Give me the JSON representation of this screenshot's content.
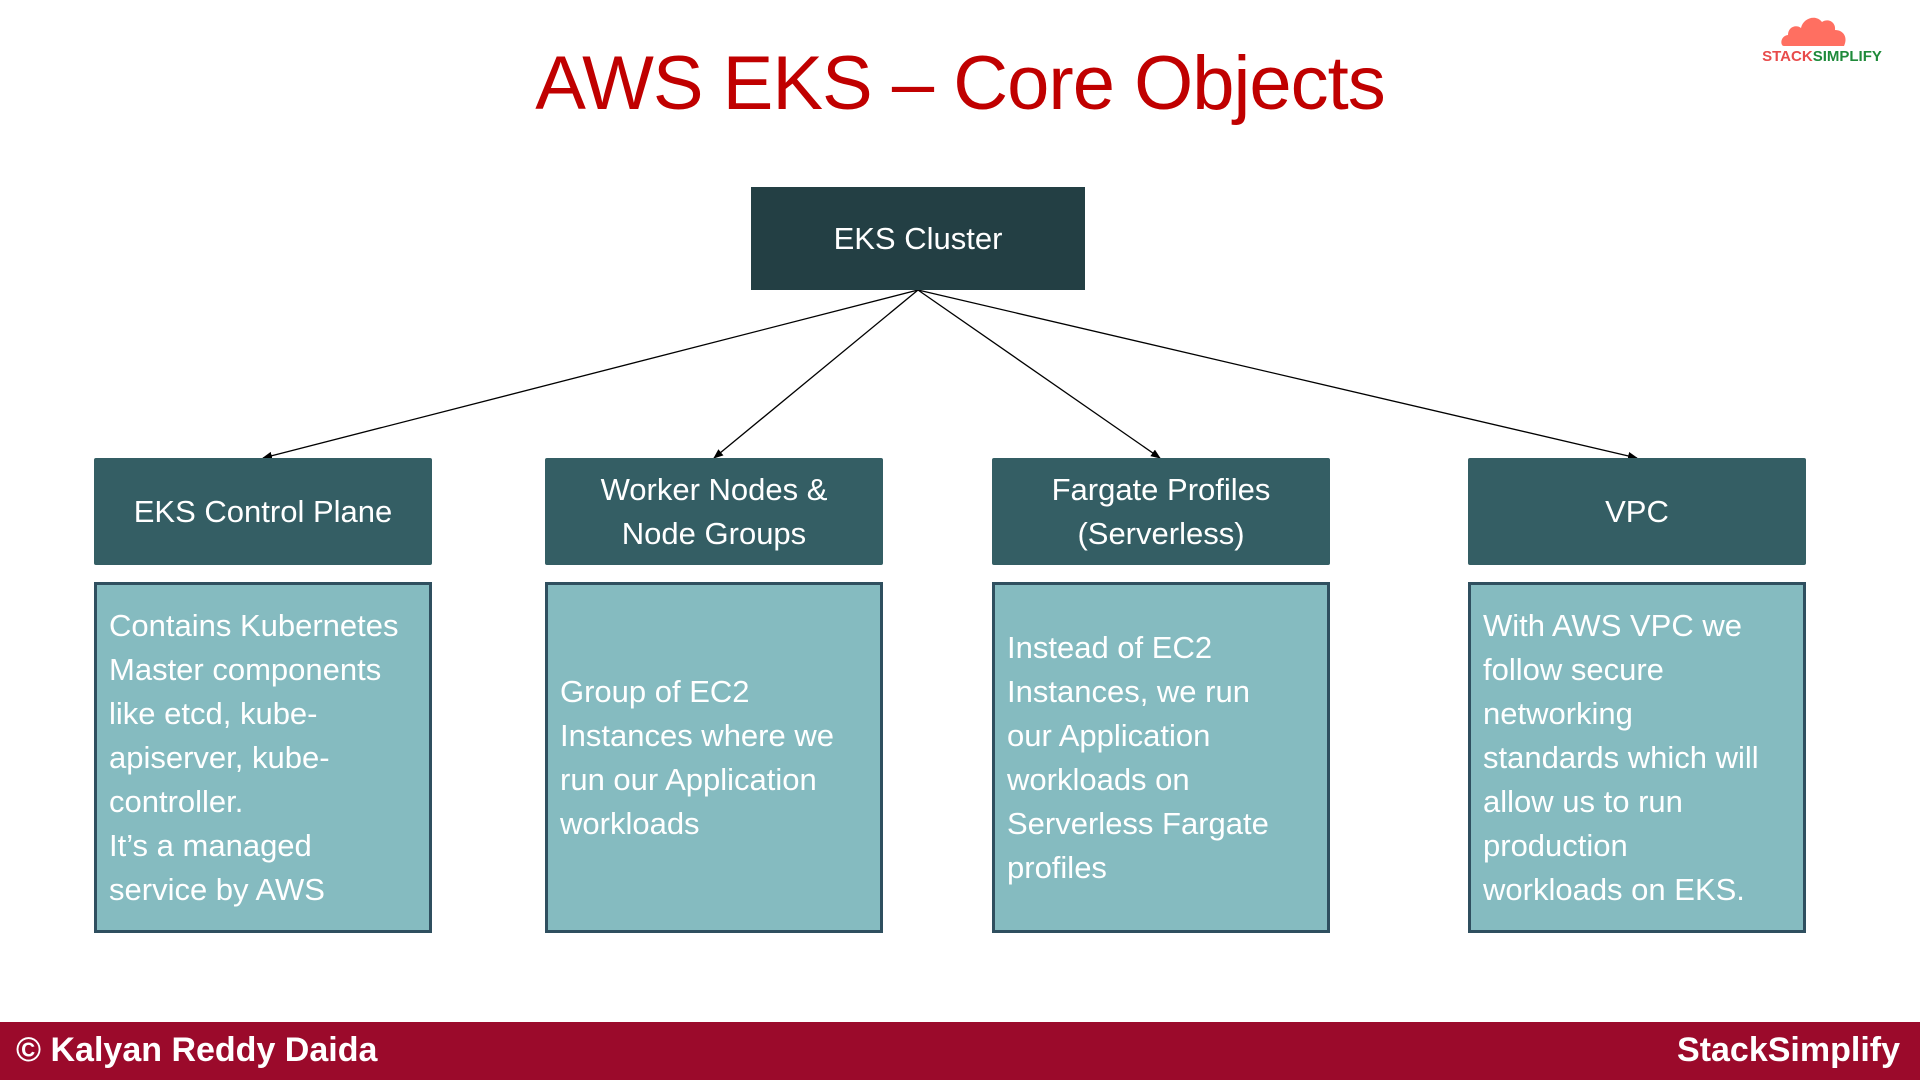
{
  "title": "AWS EKS – Core Objects",
  "logo": {
    "text_part1": "STACK",
    "text_part2": "SIMPLIFY",
    "icon": "cloud-icon",
    "colors": {
      "cloud": "#ff6f61",
      "part1": "#e84b4b",
      "part2": "#1e8a3a"
    }
  },
  "diagram": {
    "root": {
      "label": "EKS Cluster"
    },
    "children": [
      {
        "label": "EKS Control Plane",
        "description": "Contains Kubernetes\nMaster components\nlike etcd, kube-\napiserver, kube-\ncontroller.\nIt’s a managed\nservice by AWS"
      },
      {
        "label": "Worker Nodes &\nNode Groups",
        "description": "Group of EC2\nInstances where we\nrun our Application\nworkloads"
      },
      {
        "label": "Fargate Profiles\n(Serverless)",
        "description": "Instead of EC2\nInstances, we run\nour Application\nworkloads on\nServerless Fargate\nprofiles"
      },
      {
        "label": "VPC",
        "description": "With AWS VPC we\nfollow secure\nnetworking\nstandards which will\nallow us to run\nproduction\nworkloads on EKS."
      }
    ]
  },
  "footer": {
    "left": "© Kalyan Reddy Daida",
    "right": "StackSimplify"
  },
  "colors": {
    "title": "#c00000",
    "root_fill": "#233f44",
    "header_fill": "#345e64",
    "desc_fill": "#85bbc0",
    "desc_border": "#2f4f5f",
    "footer_bar": "#9b0a2b"
  }
}
